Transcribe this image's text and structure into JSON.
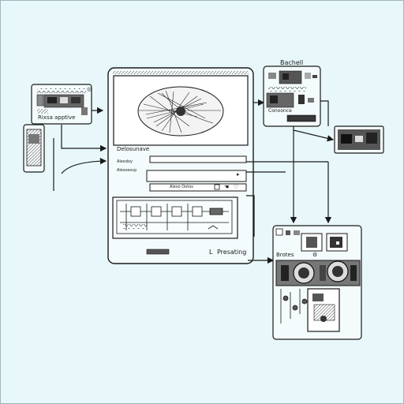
{
  "top_right_window": {
    "title": "Bachell",
    "caption": "Conoonce"
  },
  "left_panel": {
    "caption": "Rixsa apptive"
  },
  "main_window": {
    "section_label": "Delosunave",
    "field_label_1": "Alexdoy",
    "field_label_2": "Alexosocp",
    "row_label": "Alexo Ootos",
    "status_label": "Presating",
    "status_marker": "L"
  },
  "bottom_right_window": {
    "label": "Brotes"
  },
  "colors": {
    "background": "#e8f8fa",
    "line": "#1a1a1a",
    "panel_fill": "#f4fbfc"
  },
  "icons": [
    "phone-icon",
    "hand-icon",
    "heart-icon",
    "radar-icon",
    "gear-icon",
    "arrow-icon"
  ]
}
